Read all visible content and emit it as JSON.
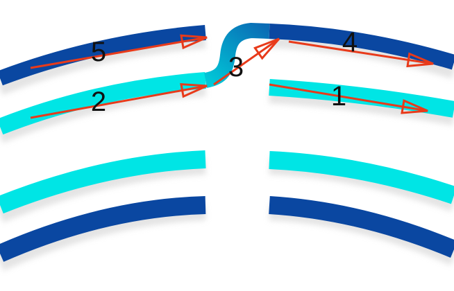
{
  "diagram": {
    "colors": {
      "dark_strand": "#0A47A1",
      "light_strand": "#00E5E5",
      "arrow": "#E83A1A",
      "label": "#111111",
      "shadow": "#CFCFCF",
      "crossover_start": "#00C9D8",
      "crossover_end": "#0A6CB5"
    },
    "strands": [
      {
        "name": "top-dark-strand",
        "color": "dark"
      },
      {
        "name": "top-light-strand",
        "color": "light"
      },
      {
        "name": "lower-light-strand",
        "color": "light"
      },
      {
        "name": "bottom-dark-strand",
        "color": "dark"
      }
    ],
    "steps": [
      {
        "label": "1"
      },
      {
        "label": "2"
      },
      {
        "label": "3"
      },
      {
        "label": "4"
      },
      {
        "label": "5"
      }
    ]
  }
}
